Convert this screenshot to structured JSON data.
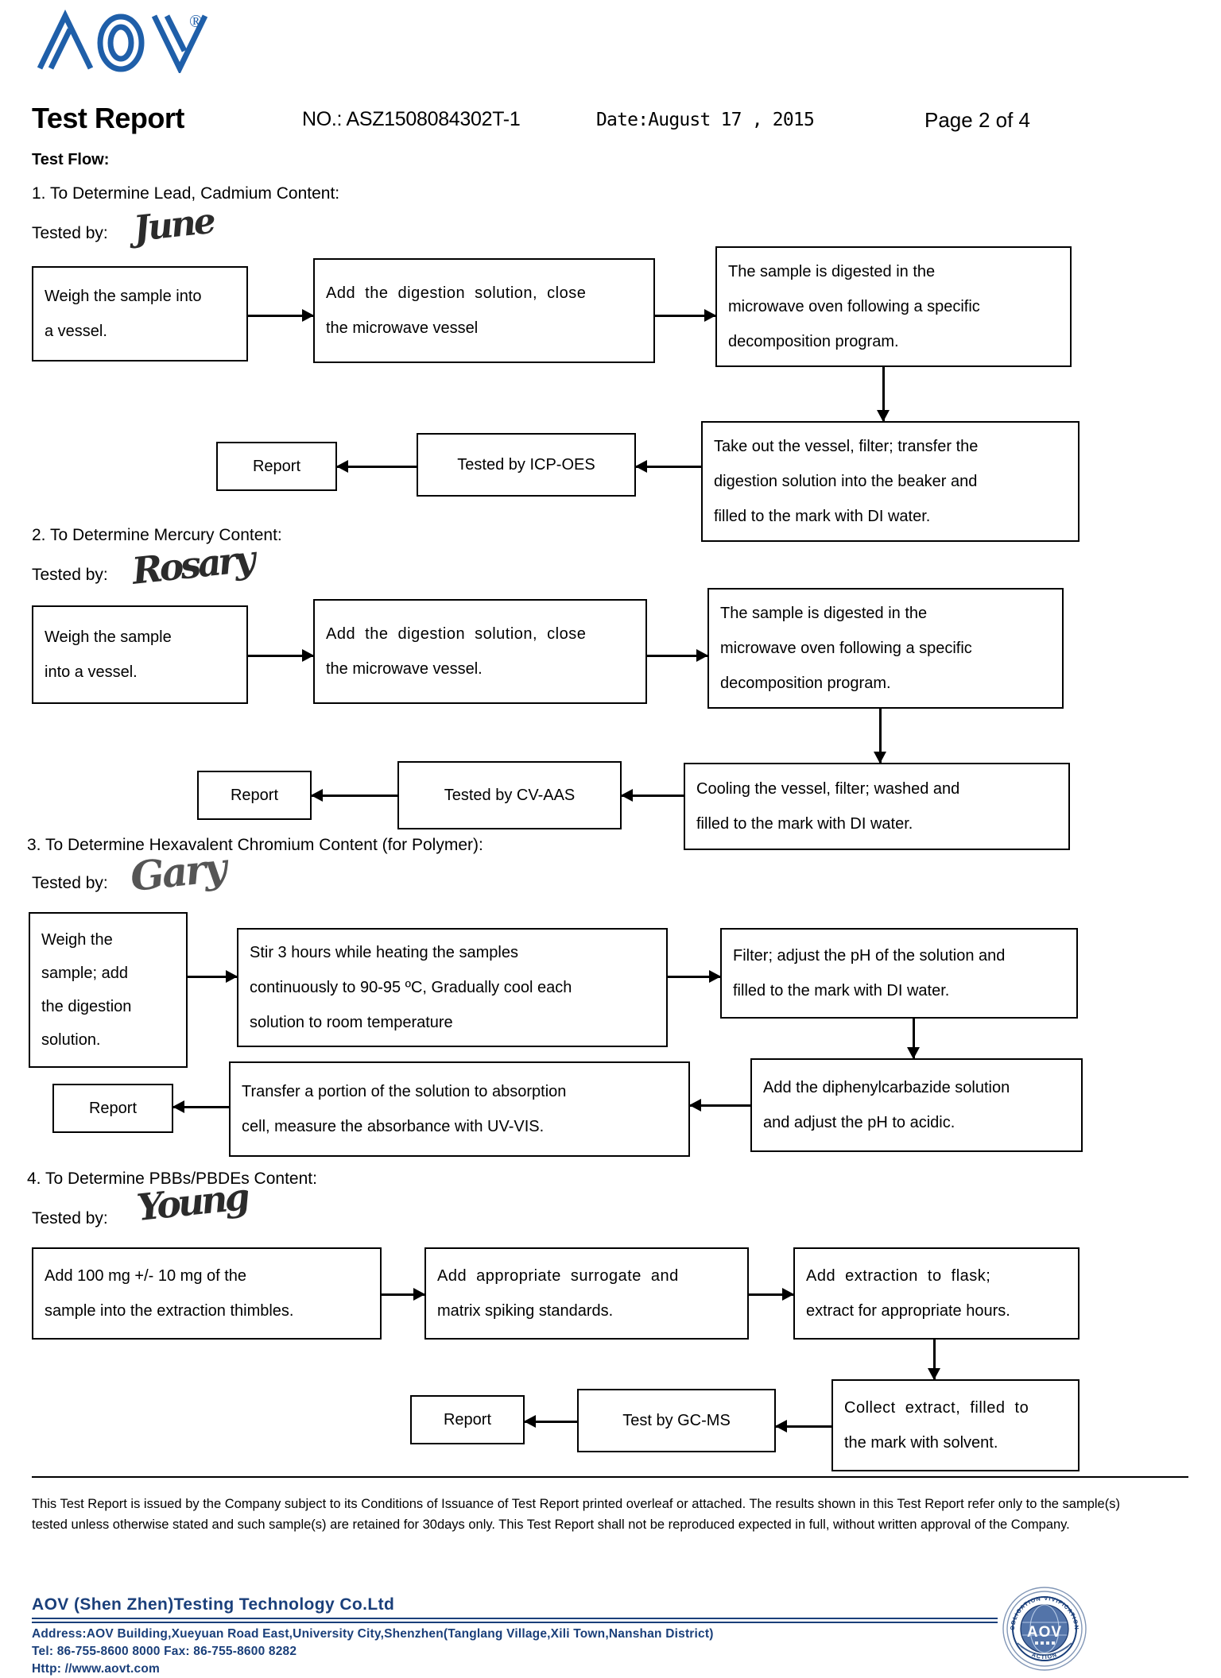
{
  "header": {
    "logo_text": "AOV",
    "logo_registered": "®",
    "title": "Test Report",
    "report_no": "NO.: ASZ1508084302T-1",
    "date": "Date:August 17 , 2015",
    "page": "Page 2 of 4"
  },
  "test_flow_label": "Test Flow:",
  "sections": [
    {
      "number_title": "1.    To Determine Lead, Cadmium Content:",
      "tested_by_label": "Tested by:",
      "signature": "June",
      "boxes": {
        "b1_l1": "Weigh the sample into",
        "b1_l2": "a vessel.",
        "b2_l1": "Add  the  digestion  solution,  close",
        "b2_l2": "the microwave vessel",
        "b3_l1": "The sample is digested in the",
        "b3_l2": "microwave oven following a specific",
        "b3_l3": "decomposition program.",
        "b4_l1": "Take out the vessel, filter; transfer the",
        "b4_l2": "digestion solution into the beaker and",
        "b4_l3": "filled to the mark with DI water.",
        "b5": "Tested by ICP-OES",
        "b6": "Report"
      }
    },
    {
      "number_title": "2.    To Determine Mercury Content:",
      "tested_by_label": "Tested by:",
      "signature": "Rosary",
      "boxes": {
        "b1_l1": "Weigh the sample",
        "b1_l2": "into a vessel.",
        "b2_l1": "Add  the  digestion  solution,  close",
        "b2_l2": "the microwave vessel.",
        "b3_l1": "The sample is digested in the",
        "b3_l2": "microwave oven following a specific",
        "b3_l3": "decomposition program.",
        "b4_l1": "Cooling the vessel, filter; washed and",
        "b4_l2": "filled to the mark with DI water.",
        "b5": "Tested by CV-AAS",
        "b6": "Report"
      }
    },
    {
      "number_title": "3. To Determine Hexavalent Chromium Content (for Polymer):",
      "tested_by_label": "Tested by:",
      "signature": "Gary",
      "boxes": {
        "b1_l1": "Weigh the",
        "b1_l2": "sample; add",
        "b1_l3": "the digestion",
        "b1_l4": "solution.",
        "b2_l1": "Stir 3 hours while heating the samples",
        "b2_l2": "continuously to 90-95 ºC, Gradually cool each",
        "b2_l3": "solution to room temperature",
        "b3_l1": "Filter; adjust the pH of the solution and",
        "b3_l2": "filled to the mark with DI water.",
        "b4_l1": "Add the diphenylcarbazide solution",
        "b4_l2": "and adjust the pH to acidic.",
        "b5_l1": "Transfer a portion of the solution to absorption",
        "b5_l2": "cell, measure the absorbance with UV-VIS.",
        "b6": "Report"
      }
    },
    {
      "number_title": "4. To Determine PBBs/PBDEs Content:",
      "tested_by_label": "Tested by:",
      "signature": "Young",
      "boxes": {
        "b1_l1": "Add 100 mg +/- 10 mg of the",
        "b1_l2": "sample into the extraction thimbles.",
        "b2_l1": "Add   appropriate   surrogate   and",
        "b2_l2": "matrix spiking standards.",
        "b3_l1": "Add     extraction     to     flask;",
        "b3_l2": "extract for appropriate hours.",
        "b4_l1": "Collect  extract,  filled  to",
        "b4_l2": "the mark with solvent.",
        "b5": "Test by GC-MS",
        "b6": "Report"
      }
    }
  ],
  "footer": {
    "disclaimer": "This Test Report is issued by the Company subject to its Conditions of Issuance of Test Report printed overleaf or attached. The results shown in this Test Report refer only to the sample(s) tested unless otherwise stated and such sample(s) are retained for 30days only. This Test Report shall not be reproduced expected in full, without written approval of the Company.",
    "company": "AOV (Shen Zhen)Testing Technology Co.Ltd",
    "address": "Address:AOV Building,Xueyuan Road East,University City,Shenzhen(Tanglang Village,Xili Town,Nanshan District)",
    "tel_fax": "Tel: 86-755-8600 8000    Fax: 86-755-8600 8282",
    "http": "Http: //www.aovt.com",
    "seal_text_top": "OBLIGATION  VIVIFICATION",
    "seal_text_bottom": "ACTION",
    "seal_center": "AOV"
  },
  "colors": {
    "brand_blue": "#1a3f7a",
    "logo_blue": "#1f5fa9",
    "ink": "#000000"
  }
}
